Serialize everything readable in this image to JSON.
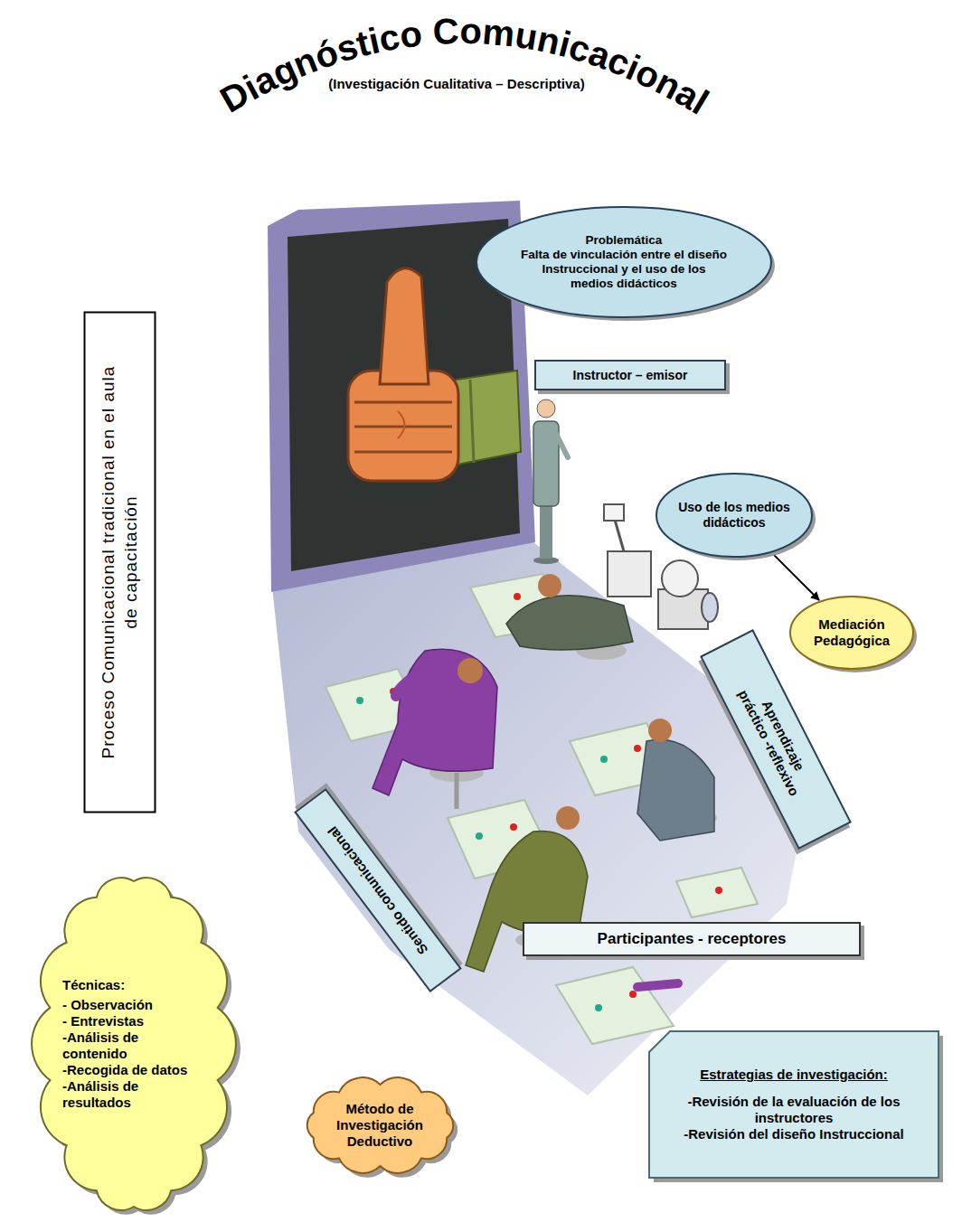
{
  "diagram": {
    "title": "Diagnóstico Comunicacional",
    "nodes": [
      {
        "text": [
          "Problemática",
          "Falta de vinculación entre el diseño Instruccional y el uso de los medios didácticos"
        ]
      },
      {
        "text": [
          "Instructor – emisor"
        ]
      },
      {
        "text": [
          "Proceso Comunicacional tradicional en el aula de capacitación"
        ]
      },
      {
        "text": [
          "Uso de los medios didácticos"
        ]
      },
      {
        "text": [
          "Mediación Pedagógica"
        ]
      },
      {
        "text": [
          "Aprendizaje práctico -reflexivo"
        ]
      },
      {
        "text": [
          "Sentido comunicacional"
        ]
      },
      {
        "text": [
          "Participantes - receptores"
        ]
      },
      {
        "text": [
          "Técnicas:",
          "- Observación",
          "- Entrevistas",
          "-Análisis de contenido",
          "-Recogida de datos",
          "-Análisis de resultados"
        ]
      },
      {
        "text": [
          "Método de Investigación Deductivo"
        ]
      },
      {
        "text": [
          "Estrategias de investigación:",
          "-Revisión de la evaluación de los instructores",
          "-Revisión del diseño Instruccional"
        ]
      }
    ],
    "edges": [
      {
        "from": 3,
        "to": 4,
        "arrow": "to"
      }
    ],
    "labels": [
      "(Investigación Cualitativa – Descriptiva)"
    ]
  }
}
